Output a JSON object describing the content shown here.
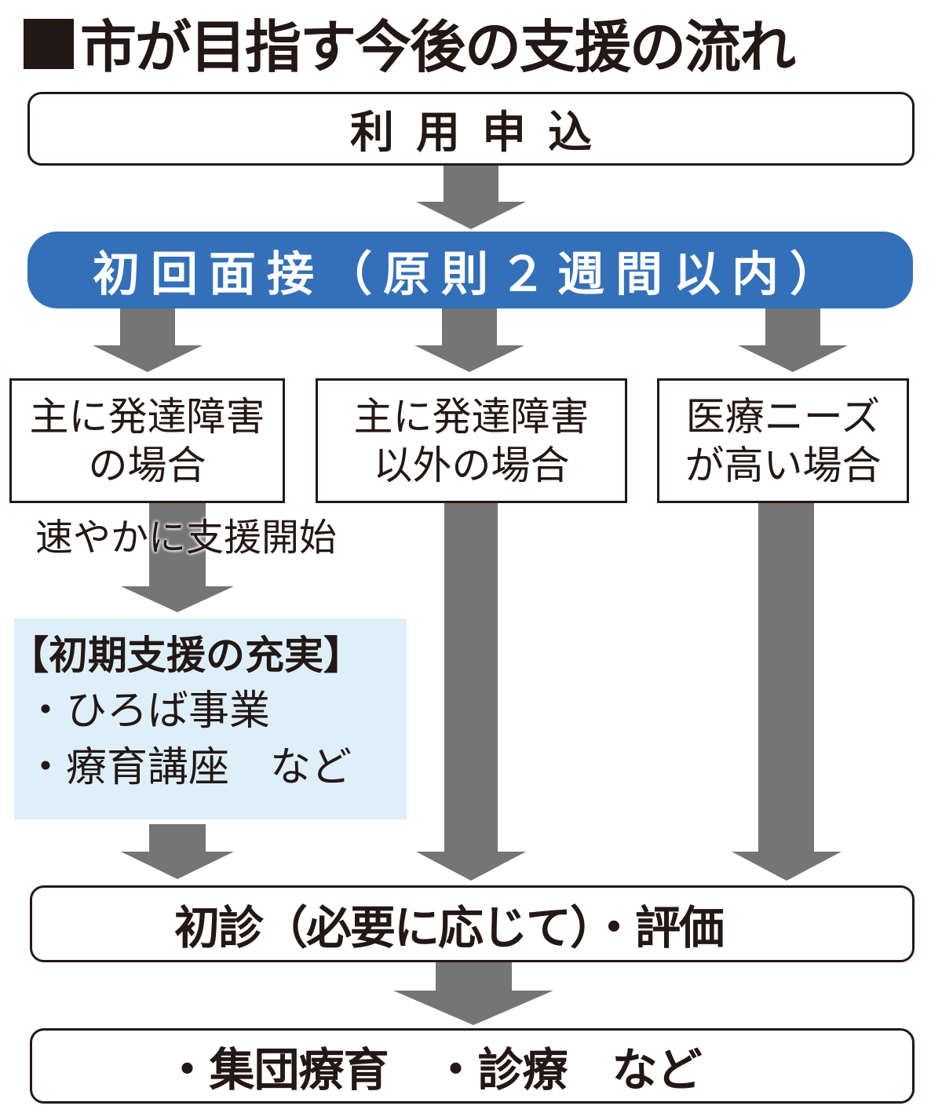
{
  "title": {
    "marker": "■",
    "text": "市が目指す今後の支援の流れ"
  },
  "colors": {
    "text": "#231815",
    "accent_blue": "#3370b9",
    "arrow_gray": "#757575",
    "highlight_bg": "#dfeff9"
  },
  "flow": {
    "step_application": "利用申込",
    "step_interview": "初回面接（原則２週間以内）",
    "branches": [
      {
        "line1": "主に発達障害",
        "line2": "の場合"
      },
      {
        "line1": "主に発達障害",
        "line2": "以外の場合"
      },
      {
        "line1": "医療ニーズ",
        "line2": "が高い場合"
      }
    ],
    "branch1_note": "速やかに支援開始",
    "early_support": {
      "heading": "【初期支援の充実】",
      "items": [
        "・ひろば事業",
        "・療育講座　など"
      ]
    },
    "step_diagnosis": "初診（必要に応じて）・評価",
    "step_final": "・集団療育　・診療　など"
  }
}
